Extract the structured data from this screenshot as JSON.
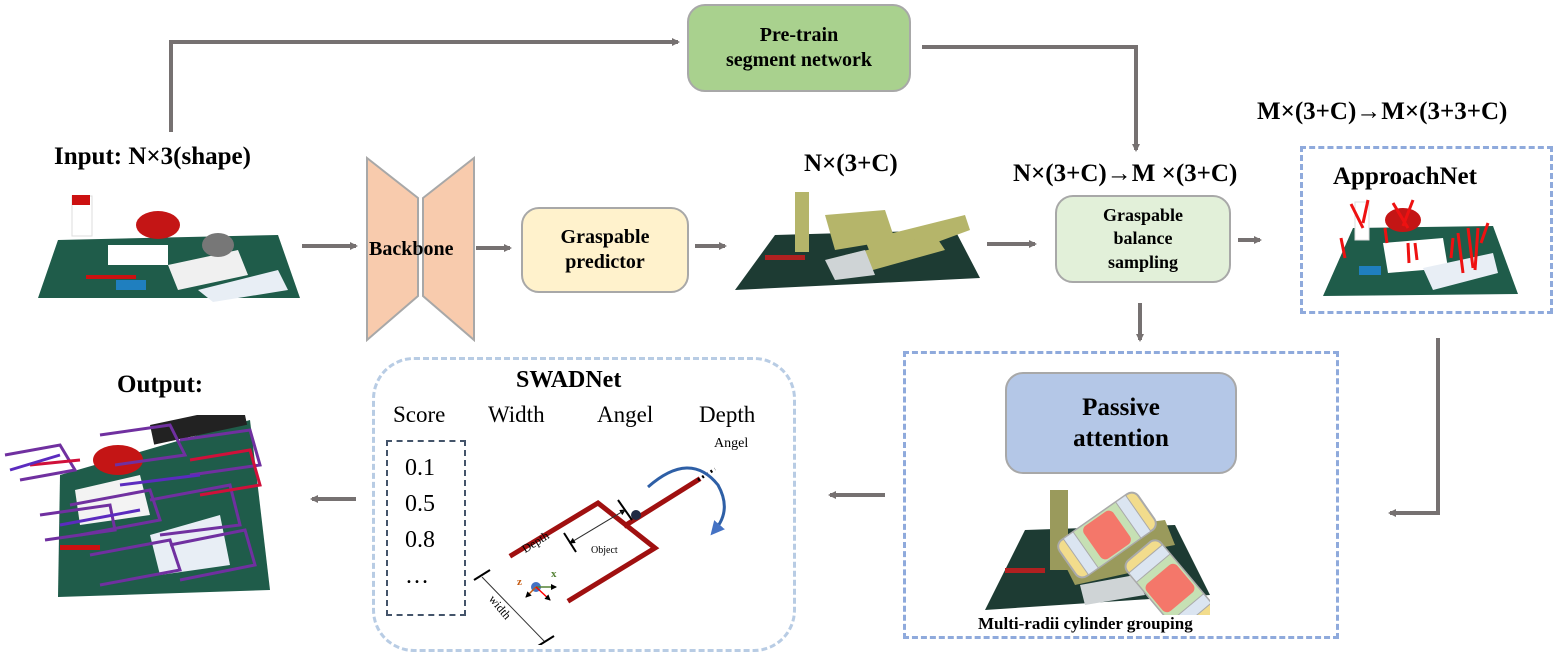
{
  "diagram": {
    "input_label": "Input: N×3(shape)",
    "output_label": "Output:",
    "nodes": {
      "backbone": "Backbone",
      "graspable_predictor": [
        "Graspable",
        "predictor"
      ],
      "pretrain": [
        "Pre-train",
        "segment network"
      ],
      "balance_sampling": [
        "Graspable",
        "balance",
        "sampling"
      ],
      "approachnet": "ApproachNet",
      "passive_attention": [
        "Passive",
        "attention"
      ],
      "cylinder_grouping": "Multi-radii cylinder grouping",
      "swadnet": "SWADNet"
    },
    "dims": {
      "after_predictor": "N×(3+C)",
      "sampling": "N×(3+C)→M ×(3+C)",
      "approach": "M×(3+C)→M×(3+3+C)"
    },
    "swadnet": {
      "headers": [
        "Score",
        "Width",
        "Angel",
        "Depth"
      ],
      "scores": [
        "0.1",
        "0.5",
        "0.8",
        "…"
      ],
      "gripper_labels": {
        "angle": "Angel",
        "depth": "Depth",
        "object": "Object",
        "width": "width",
        "axis_x": "x",
        "axis_z": "z"
      }
    },
    "colors": {
      "arrow": "#767171",
      "pretrain_fill": "#a9d18e",
      "predictor_fill": "#fff2cc",
      "sampling_fill": "#e2f0d9",
      "attention_fill": "#b4c7e7",
      "backbone_fill": "#f8cbad",
      "dashed_border": "#8faadc",
      "gripper": "#a01010",
      "table": "#1f5c4a"
    }
  }
}
